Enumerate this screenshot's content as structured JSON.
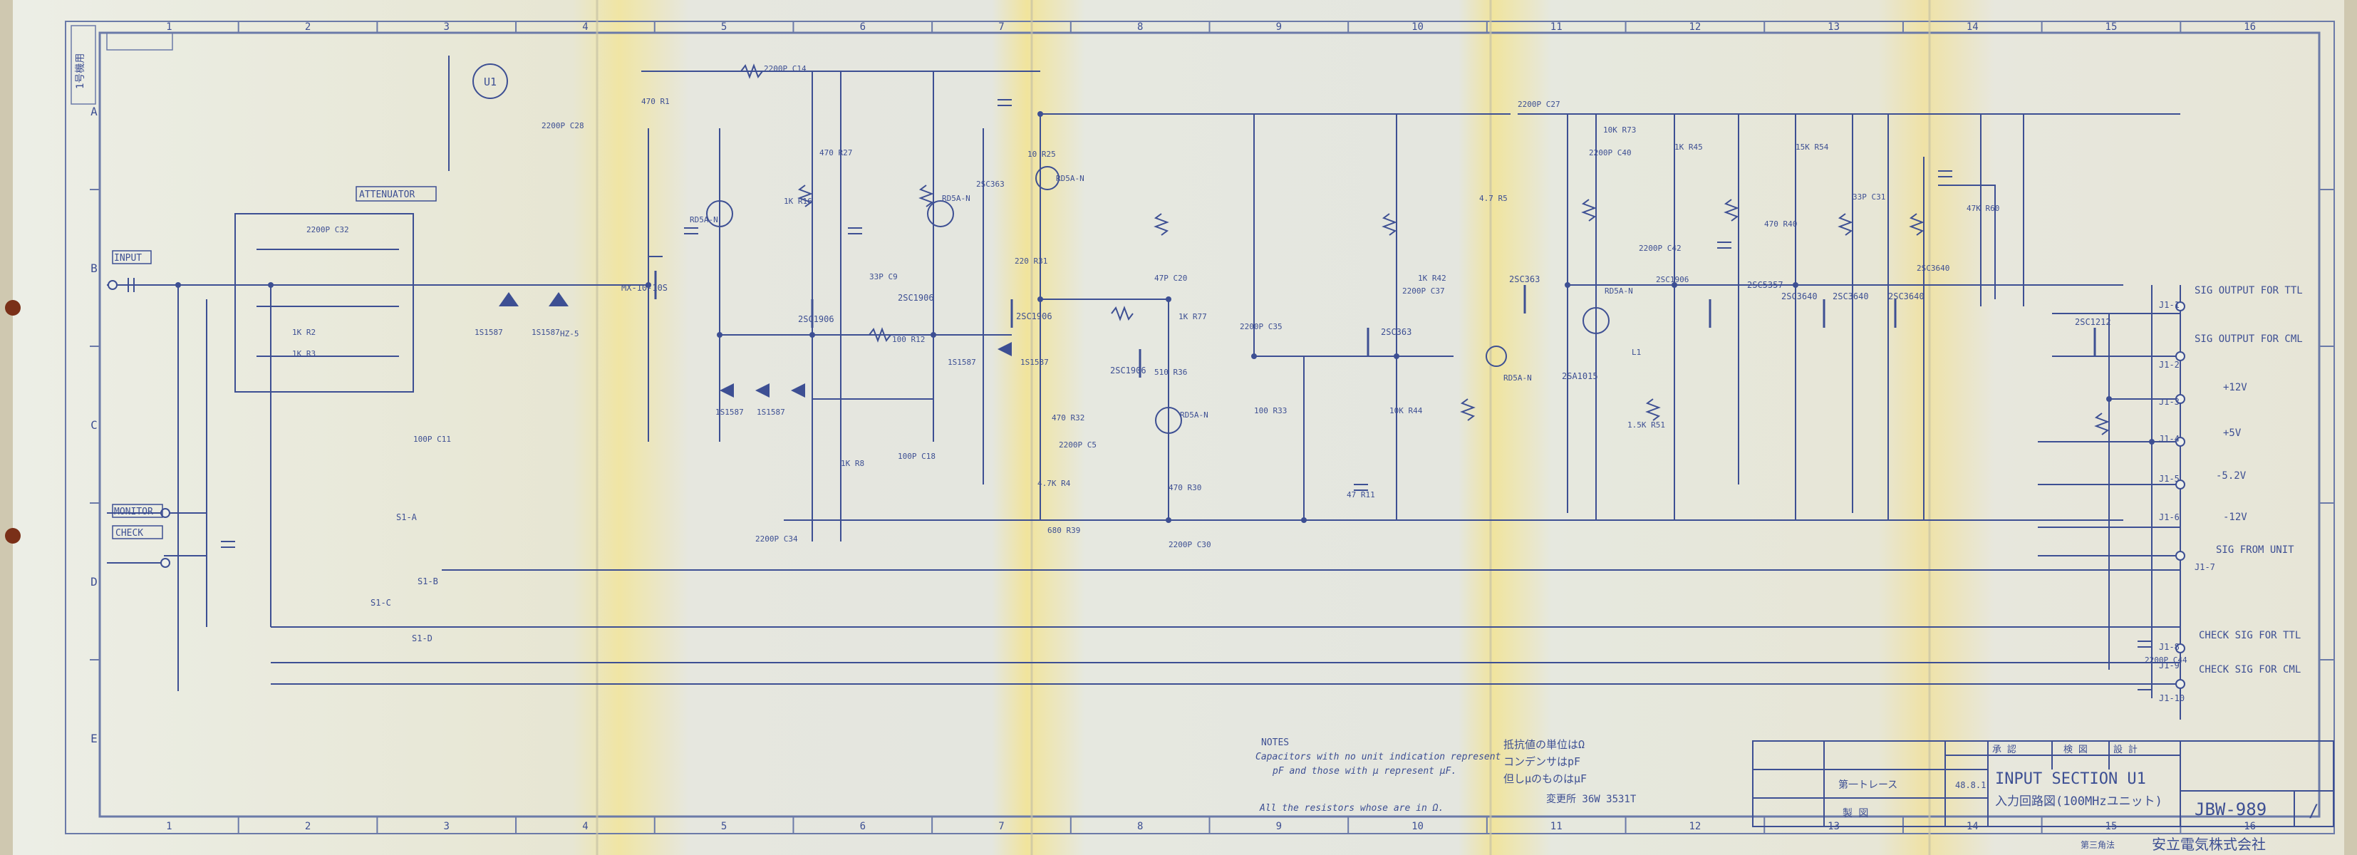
{
  "sheet": {
    "column_numbers": [
      "1",
      "2",
      "3",
      "4",
      "5",
      "6",
      "7",
      "8",
      "9",
      "10",
      "11",
      "12",
      "13",
      "14",
      "15",
      "16"
    ],
    "row_letters": [
      "A",
      "B",
      "C",
      "D",
      "E"
    ],
    "bottom_column_numbers": [
      "1",
      "2",
      "3",
      "4",
      "5",
      "6",
      "7",
      "8",
      "9",
      "10",
      "11",
      "12",
      "13",
      "14",
      "15",
      "16"
    ],
    "circle_tag": "U1",
    "corner_stamp": "1号機用"
  },
  "schematic": {
    "inputs": [
      "INPUT",
      "MONITOR",
      "CHECK"
    ],
    "attenuator_label": "ATTENUATOR",
    "outputs": [
      "SIG OUTPUT FOR TTL",
      "SIG OUTPUT FOR CML",
      "+12V",
      "+5V",
      "-5.2V",
      "-12V",
      "SIG FROM UNIT",
      "CHECK SIG FOR TTL",
      "CHECK SIG FOR CML"
    ],
    "jacks": [
      "J1-1",
      "J1-2",
      "J1-3",
      "J1-4",
      "J1-5",
      "J1-6",
      "J1-7",
      "J1-8",
      "J1-9",
      "J1-10"
    ],
    "transistors": [
      "2SC1906",
      "2SC1906",
      "2SC1906",
      "2SC1906",
      "2SC363",
      "2SC363",
      "2SC5357",
      "2SA1015",
      "2SC3640",
      "2SC3640",
      "2SC3640",
      "2SC1212"
    ],
    "diodes": [
      "1S1587",
      "1S1587",
      "1S1587",
      "1S1587",
      "1S1587",
      "1S1587",
      "HZ-5"
    ],
    "leds": [
      "RD5A-N",
      "RD5A-N",
      "RD5A-N",
      "RD5A-N",
      "RD5A-N",
      "RD5A-N"
    ],
    "ic_label": "MX-10-10S",
    "switch_label": "S1-A",
    "switch_positions": [
      "S1-B",
      "S1-C",
      "S1-D"
    ],
    "components": [
      "2200P C27",
      "10K R73",
      "470 R1",
      "1K R2",
      "1K R3",
      "2200P C32",
      "100P C11",
      "2200P C28",
      "1K R16",
      "470 R27",
      "33P C9",
      "100 R12",
      "2200P C14",
      "2SC363",
      "220 R31",
      "47P C20",
      "1K R77",
      "510 R36",
      "470 R30",
      "10 R25",
      "470 R32",
      "2200P C5",
      "1K R8",
      "4.7K R4",
      "2200P C30",
      "100P C18",
      "1K R42",
      "10K R44",
      "680 R39",
      "2200P C34",
      "2200P C35",
      "100 R33",
      "47 R11",
      "2200P C37",
      "4.7 R5",
      "2200P C40",
      "L1",
      "1.5K R51",
      "2SC1906",
      "2200P C42",
      "470 R40",
      "1K R45",
      "15K R54",
      "33P C31",
      "2SC3640",
      "47K R60",
      "2200P C44"
    ]
  },
  "notes": {
    "title": "NOTES",
    "line1": "Capacitors with no unit indication represent",
    "line2": "pF and those with μ represent μF.",
    "line3": "All the resistors whose are in Ω.",
    "jp_line1": "抵抗値の単位はΩ",
    "jp_line2": "コンデンサはpF",
    "jp_line3": "但しμのものはμF",
    "jp_line4": "変更所 36W 3531T"
  },
  "title_block": {
    "title_en": "INPUT SECTION U1",
    "title_jp": "入力回路図(100MHzユニット)",
    "drawing_number": "JBW-989",
    "sheet_number": "/",
    "company": "安立電気株式会社",
    "trace_label": "第一トレース",
    "drawn_label": "製 図",
    "approved_label": "承 認",
    "checked_label": "検 図",
    "date_label": "48.8.1",
    "revision_label": "設 計",
    "scale_label": "第三角法"
  },
  "colors": {
    "paper_light": "#e6e8df",
    "paper_yellow": "#ece3a9",
    "ink": "#3d4f93",
    "border": "#6b7aa8"
  }
}
